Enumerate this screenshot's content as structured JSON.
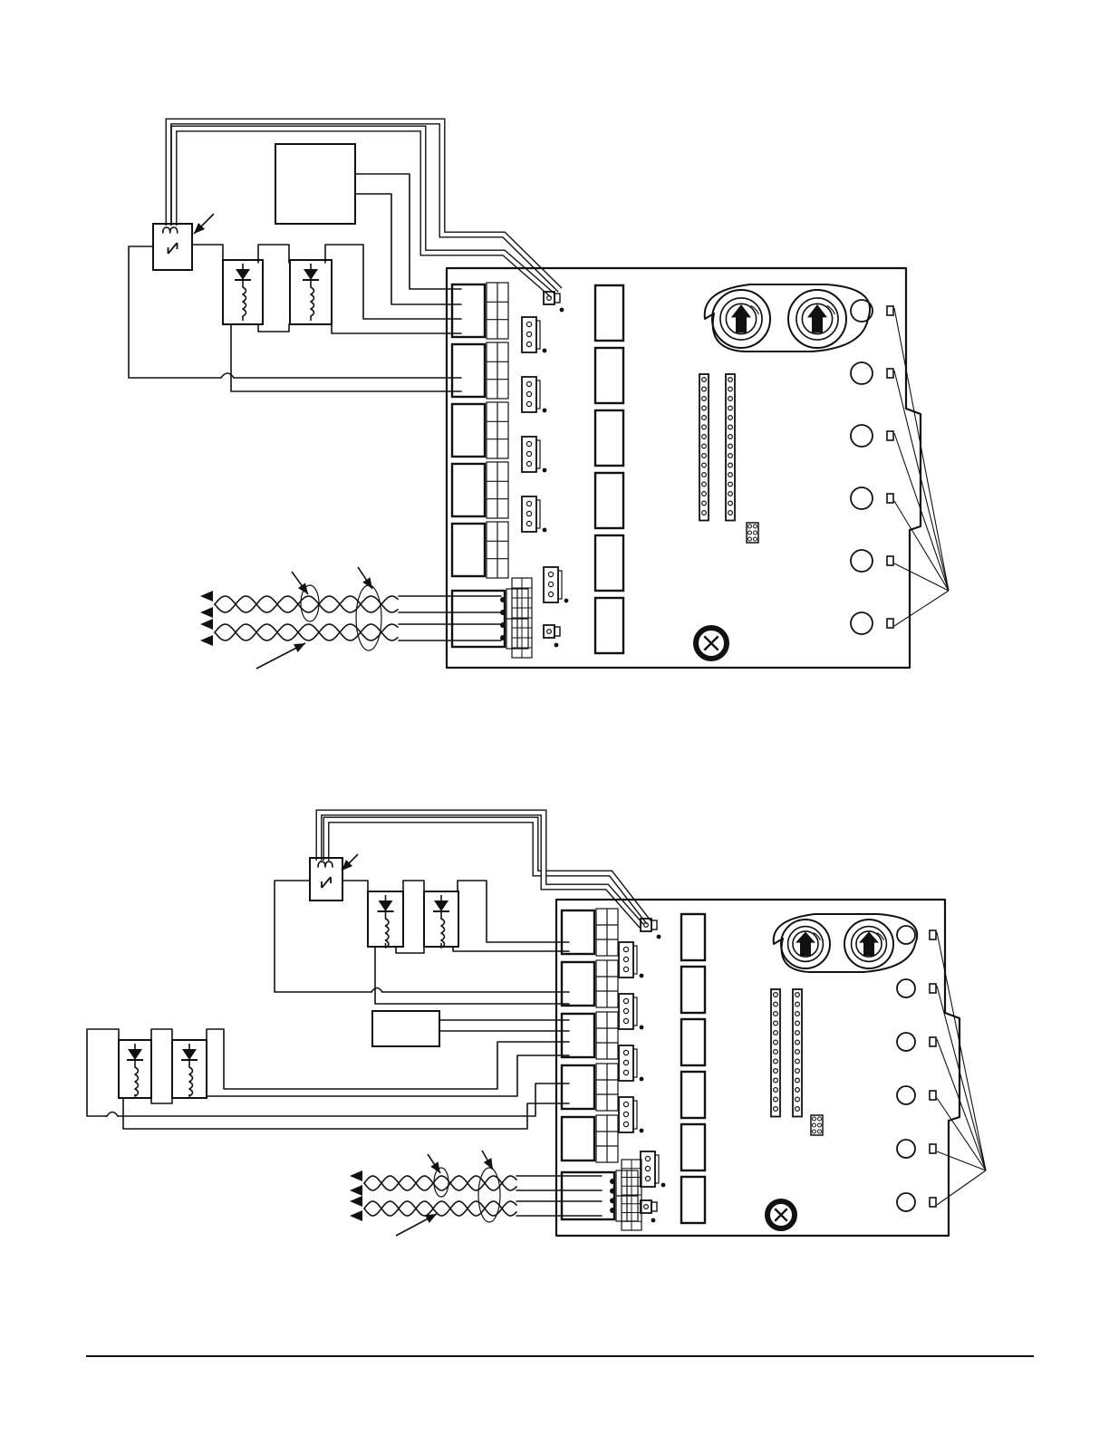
{
  "document": {
    "type": "wiring-diagram-page",
    "figures": [
      {
        "id": "upper",
        "board": {
          "left_terminal_blocks": 5,
          "connector_blocks": 6,
          "led_count": 6,
          "rotary_switches": 2,
          "has_fuse": true
        },
        "relay_count": 2,
        "separate_module_box": true,
        "twisted_pair_cables": 2,
        "callout_arrows": 4
      },
      {
        "id": "lower",
        "board": {
          "left_terminal_blocks": 5,
          "connector_blocks": 6,
          "led_count": 6,
          "rotary_switches": 2,
          "has_fuse": true
        },
        "relay_count": 4,
        "separate_module_box": true,
        "twisted_pair_cables": 2,
        "callout_arrows": 4
      }
    ],
    "colors": {
      "ink": "#111111",
      "paper": "#ffffff"
    }
  }
}
